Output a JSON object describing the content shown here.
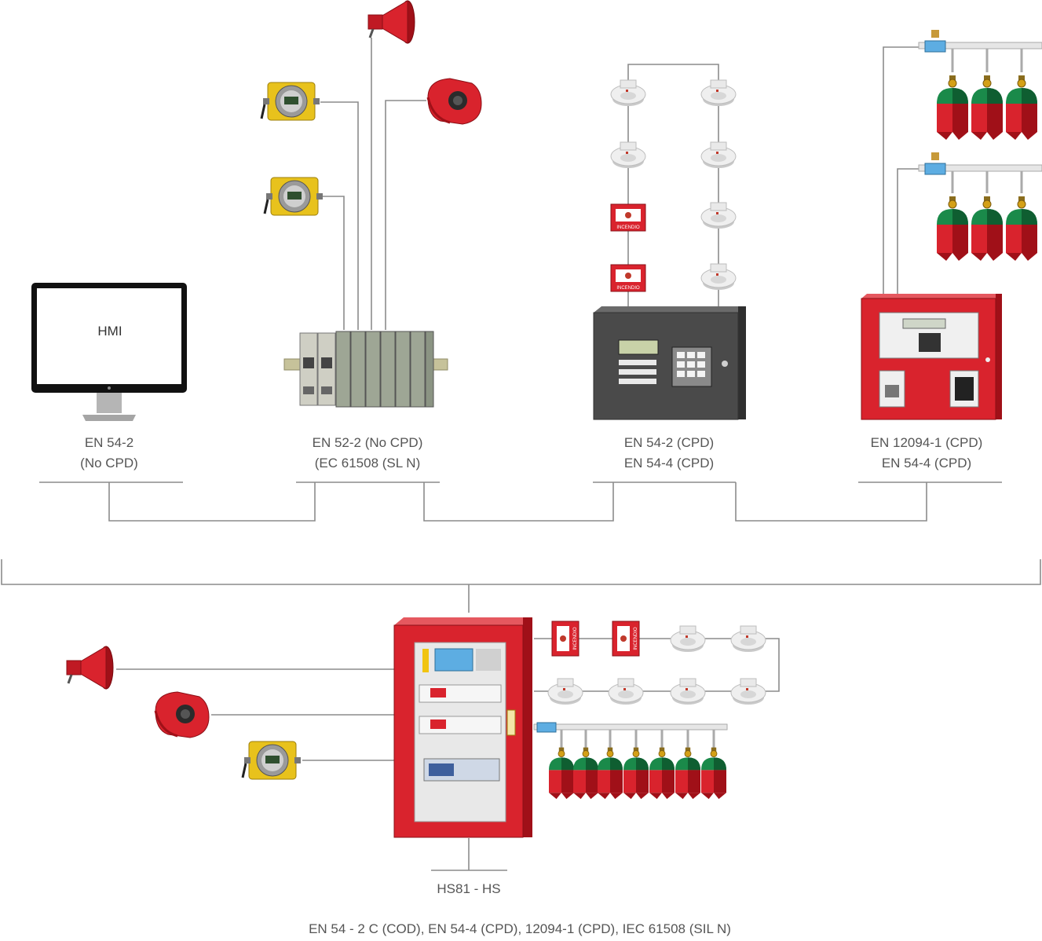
{
  "hmi": {
    "screen_text": "HMI",
    "line1": "EN 54-2",
    "line2": "(No CPD)"
  },
  "io_rack": {
    "line1": "EN 52-2 (No CPD)",
    "line2": "(EC 61508 (SL N)"
  },
  "fire_panel": {
    "line1": "EN 54-2 (CPD)",
    "line2": "EN 54-4 (CPD)"
  },
  "extinguishing_panel": {
    "line1": "EN 12094-1 (CPD)",
    "line2": "EN 54-4 (CPD)"
  },
  "main_system": {
    "name": "HS81 - HS",
    "standards": "EN 54 - 2 C (COD), EN 54-4 (CPD), 12094-1 (CPD), IEC 61508 (SIL N)"
  },
  "call_point_text": "INCENDIO",
  "colors": {
    "line": "#8c8c8c",
    "red": "#d9232d",
    "dark_red": "#a01018",
    "green": "#1a8a4a",
    "yellow": "#e8c21c",
    "panel_grey": "#4a4a4a",
    "text": "#555555"
  }
}
